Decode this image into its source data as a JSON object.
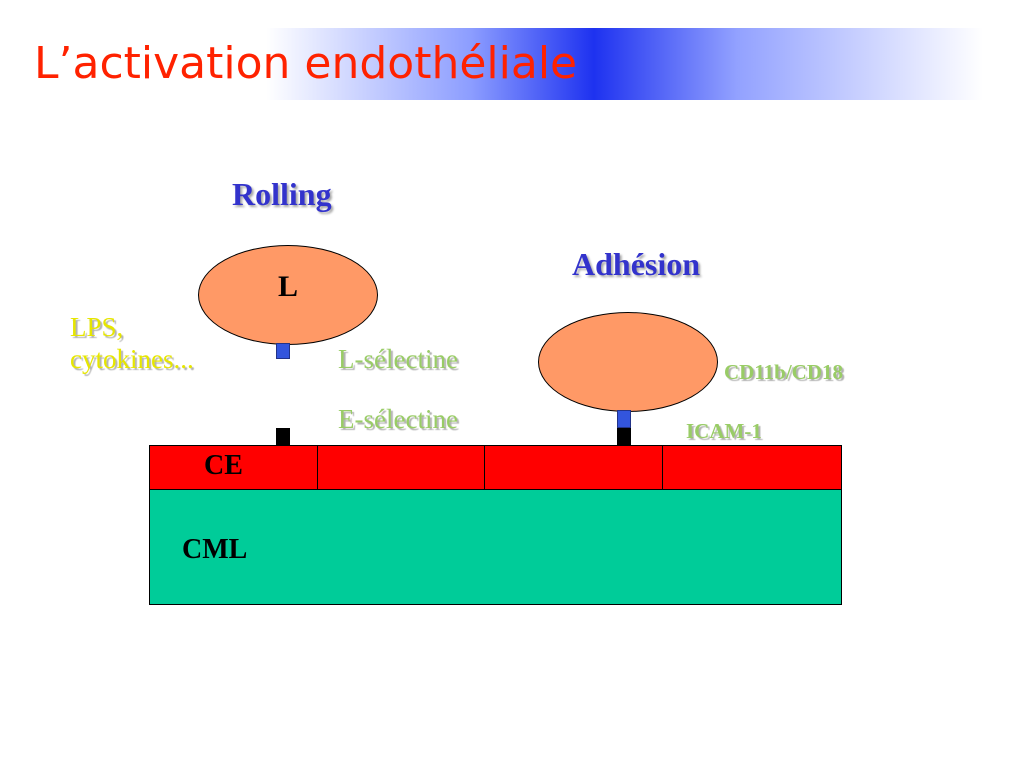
{
  "slide": {
    "title": "L’activation endothéliale",
    "title_color": "#ff2200"
  },
  "diagram": {
    "rolling": {
      "label": "Rolling",
      "color": "#3333cc"
    },
    "adhesion": {
      "label": "Adhésion",
      "color": "#3333cc"
    },
    "leukocyte_rolling": {
      "label": "L",
      "fill": "#ff9966"
    },
    "leukocyte_adhesion": {
      "label": "",
      "fill": "#ff9966"
    },
    "stimuli": {
      "line1": "LPS,",
      "line2": "cytokines...",
      "color": "#e6e600"
    },
    "l_selectine": {
      "label": "L-sélectine",
      "color": "#99cc66"
    },
    "e_selectine": {
      "label": "E-sélectine",
      "color": "#99cc66"
    },
    "cd11b_cd18": {
      "label": "CD11b/CD18",
      "color": "#99cc66"
    },
    "icam1": {
      "label": "ICAM-1",
      "color": "#99cc66"
    },
    "ce_layer": {
      "label": "CE",
      "fill": "#ff0000",
      "segments": 4
    },
    "cml_layer": {
      "label": "CML",
      "fill": "#00cc99"
    },
    "receptor_colors": {
      "leukocyte_side": "#3355dd",
      "endothelial_side": "#000000"
    }
  }
}
